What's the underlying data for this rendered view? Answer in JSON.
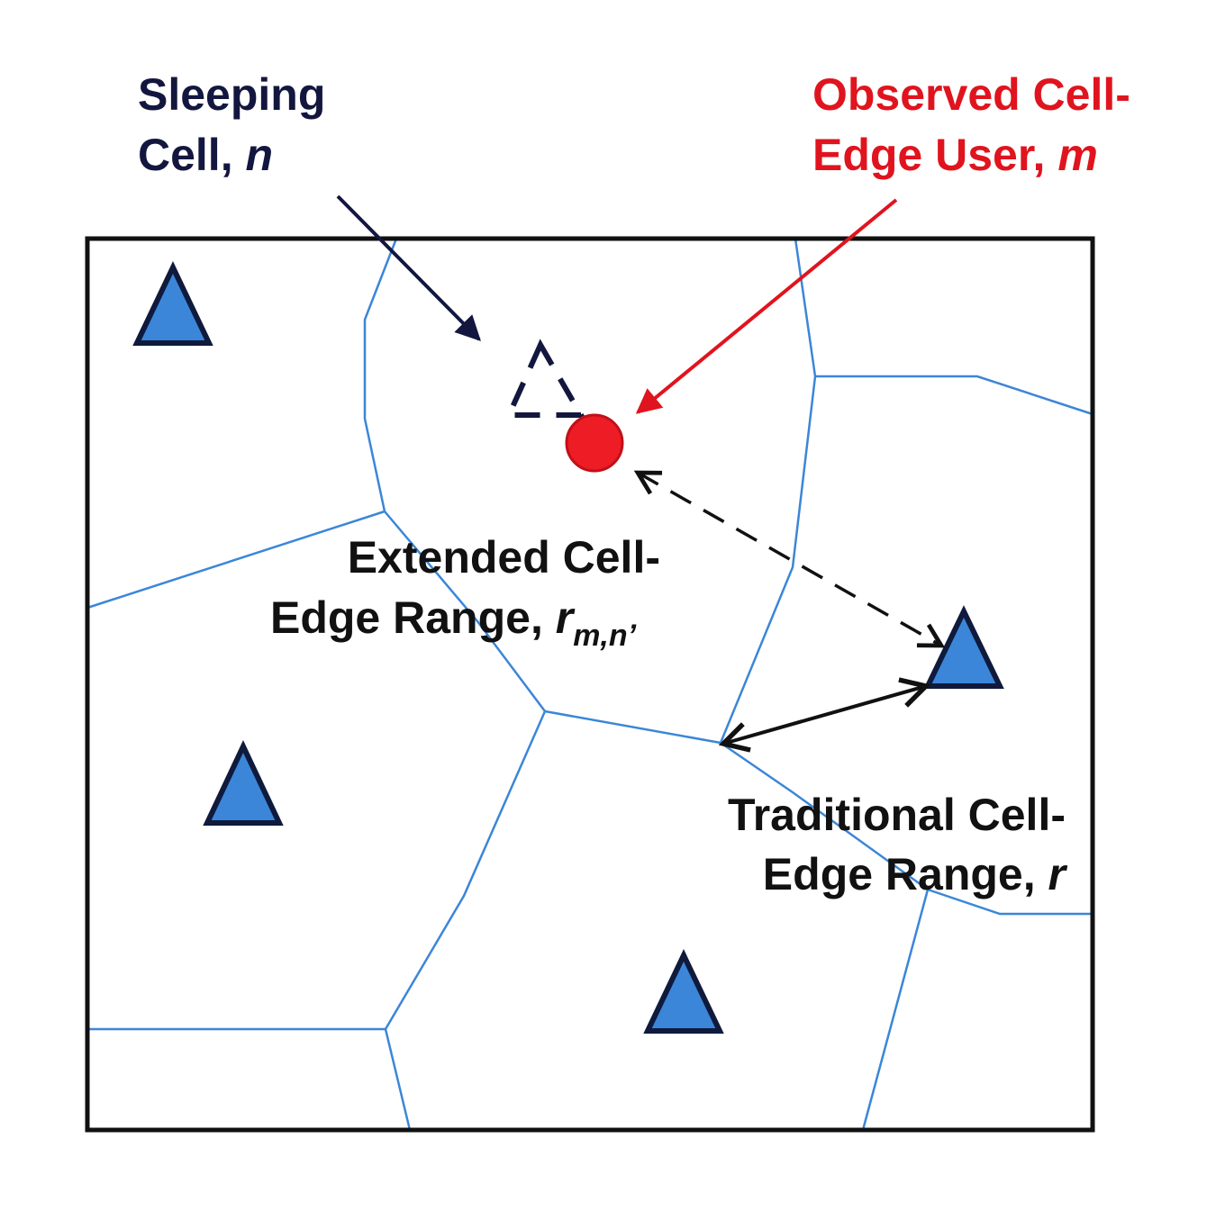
{
  "labels": {
    "sleeping_cell": {
      "line1": "Sleeping",
      "line2_text": "Cell, ",
      "line2_var": "n"
    },
    "observed_user": {
      "line1": "Observed Cell-",
      "line2_text": "Edge User, ",
      "line2_var": "m"
    },
    "extended_range": {
      "line1": "Extended Cell-",
      "line2_text": "Edge Range, ",
      "line2_var": "r",
      "line2_sub": "m,n’"
    },
    "traditional_range": {
      "line1": "Traditional Cell-",
      "line2_text": "Edge Range, ",
      "line2_var": "r"
    }
  },
  "colors": {
    "base_station_fill": "#3b86d8",
    "base_station_stroke": "#0f1a3c",
    "sleeping_cell_stroke": "#13173f",
    "user_fill": "#ee1c24",
    "user_stroke": "#c0101a",
    "voronoi_line": "#3b86d8",
    "frame": "#111111",
    "label_navy": "#13173f",
    "label_red": "#e0141e",
    "label_black": "#111111"
  },
  "icons": {
    "base_station": "filled-triangle",
    "sleeping_cell": "dashed-triangle",
    "user": "red-circle"
  }
}
